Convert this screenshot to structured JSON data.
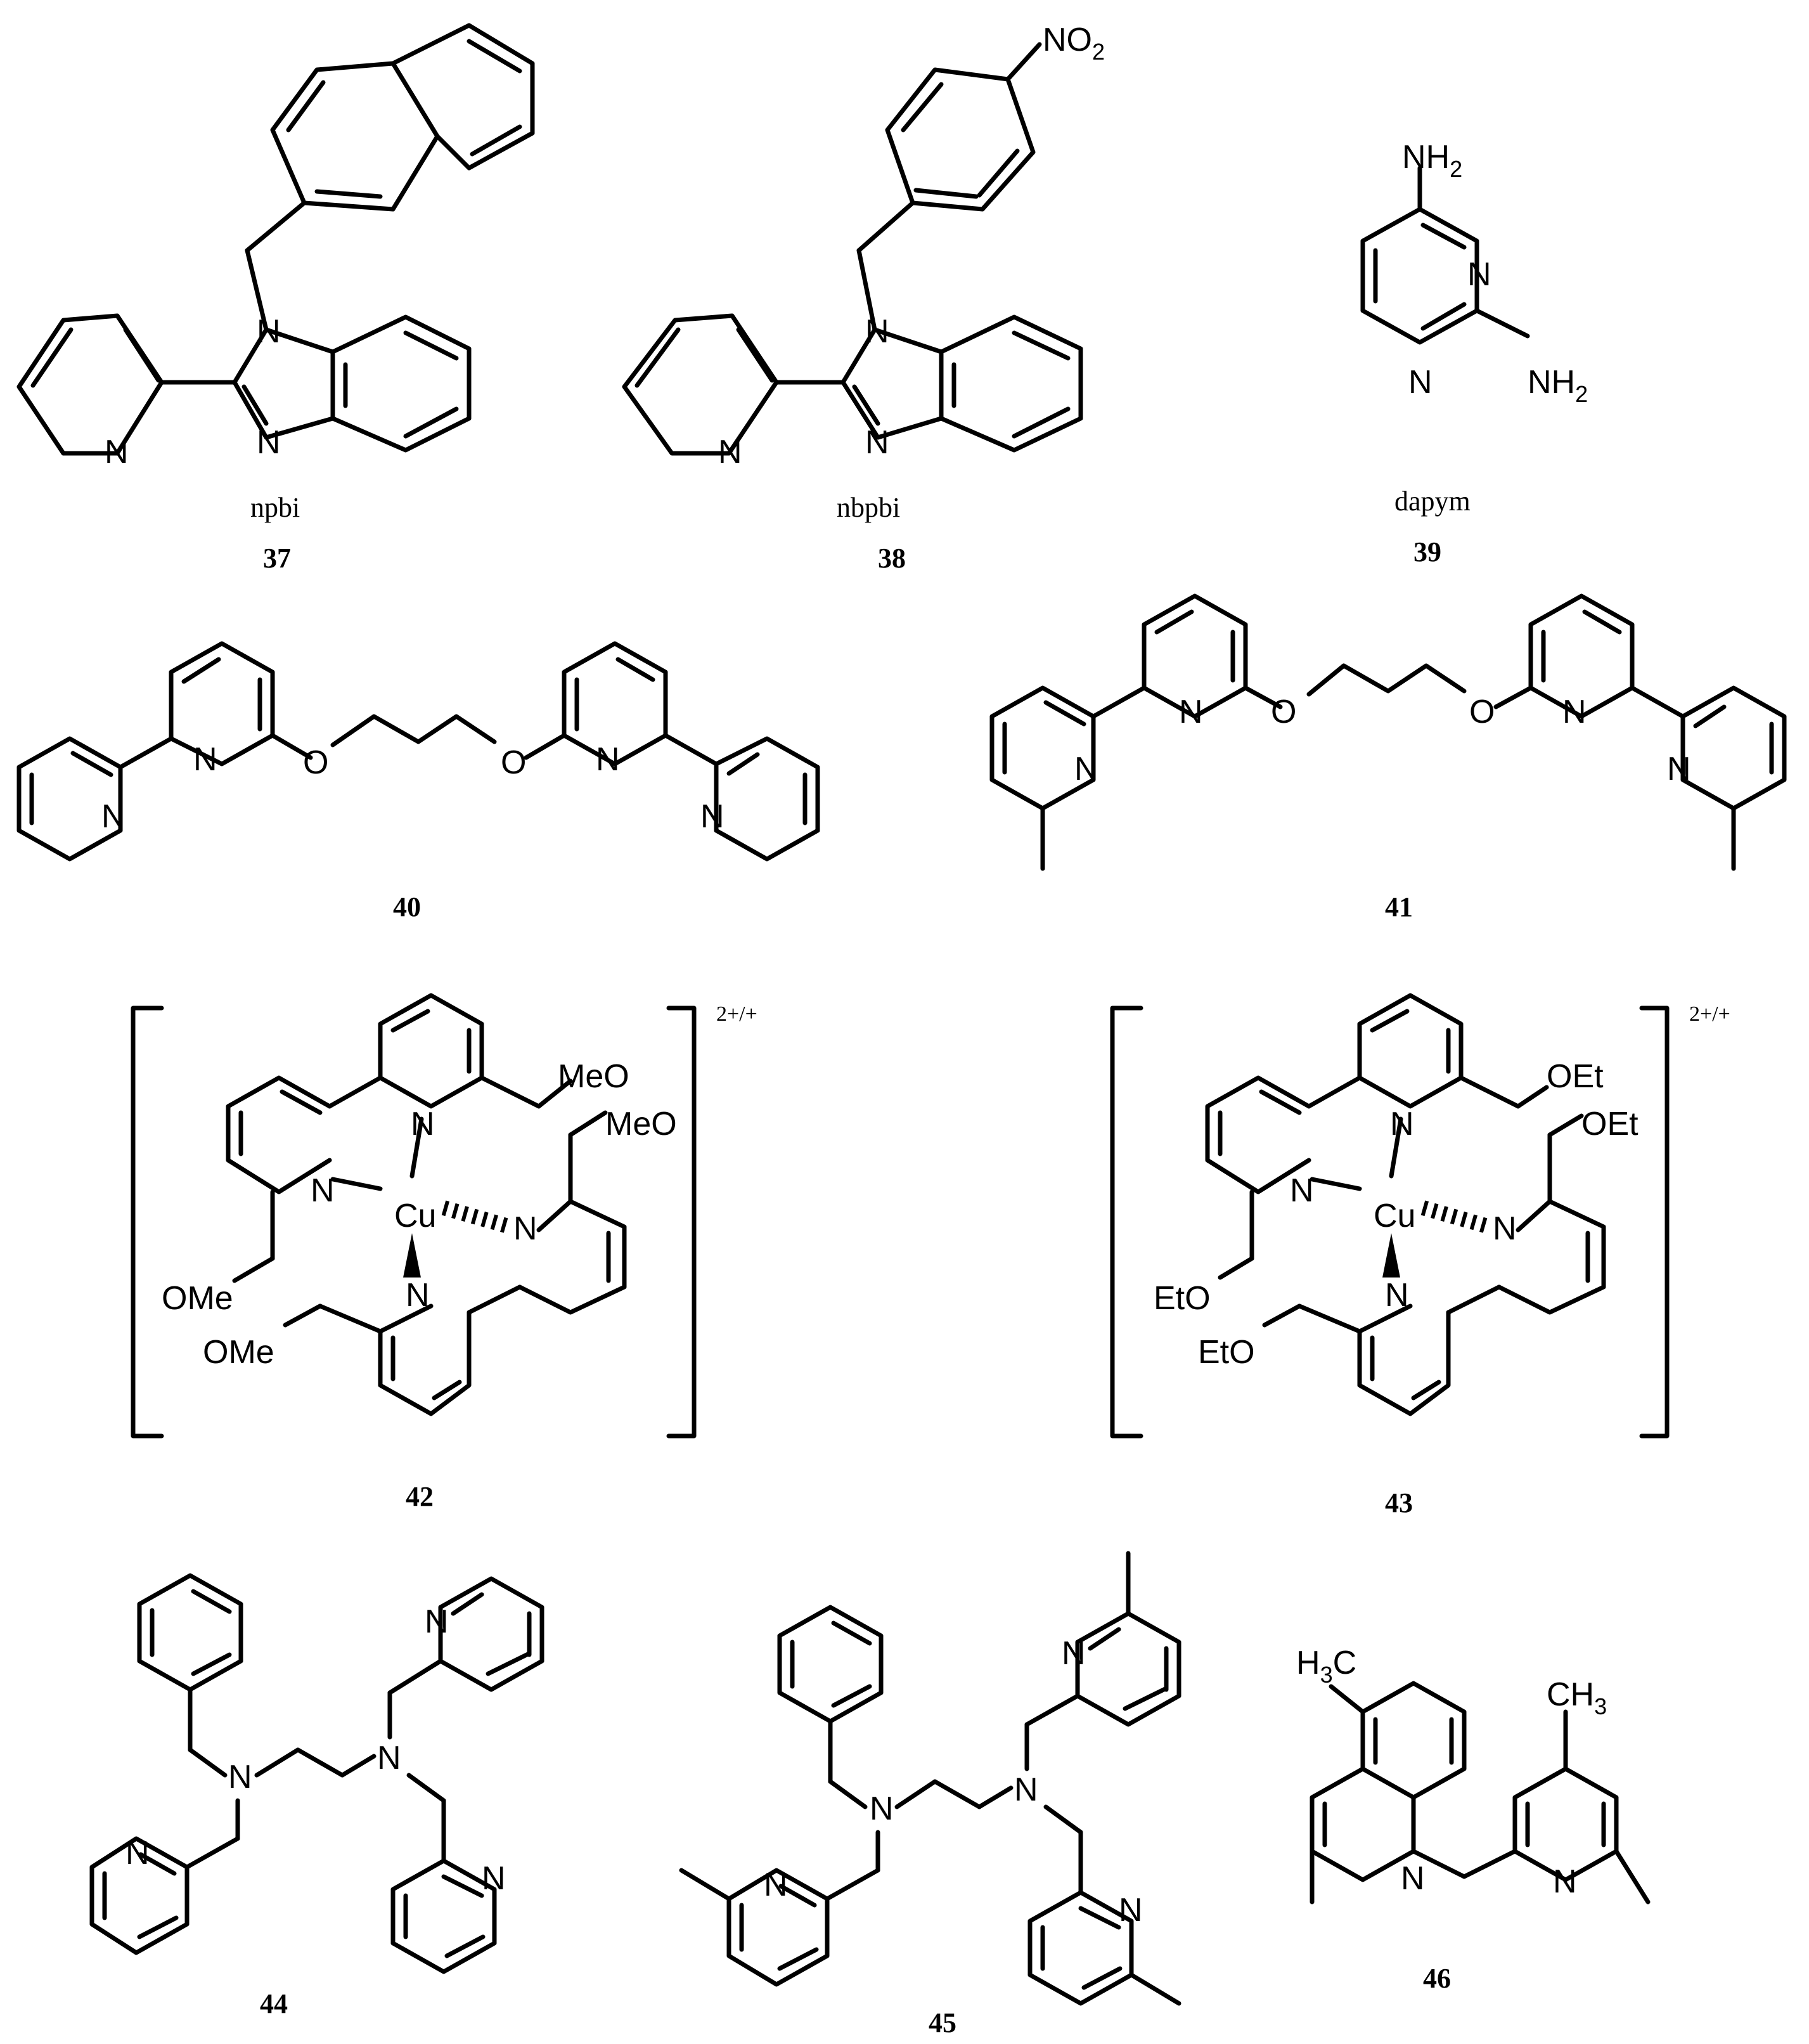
{
  "compounds": [
    {
      "number": "37",
      "name": "npbi"
    },
    {
      "number": "38",
      "name": "nbpbi"
    },
    {
      "number": "39",
      "name": "dapym"
    },
    {
      "number": "40"
    },
    {
      "number": "41"
    },
    {
      "number": "42",
      "charge": "2+/+"
    },
    {
      "number": "43",
      "charge": "2+/+"
    },
    {
      "number": "44"
    },
    {
      "number": "45"
    },
    {
      "number": "46"
    }
  ],
  "atoms": {
    "N": "N",
    "O": "O",
    "Cu": "Cu",
    "NH2": "NH",
    "sub2": "2",
    "NO2": "NO",
    "MeO": "MeO",
    "OMe": "OMe",
    "OEt": "OEt",
    "EtO": "EtO",
    "H3C_H": "H",
    "H3C_C": "C",
    "CH3": "CH",
    "sub3": "3"
  }
}
